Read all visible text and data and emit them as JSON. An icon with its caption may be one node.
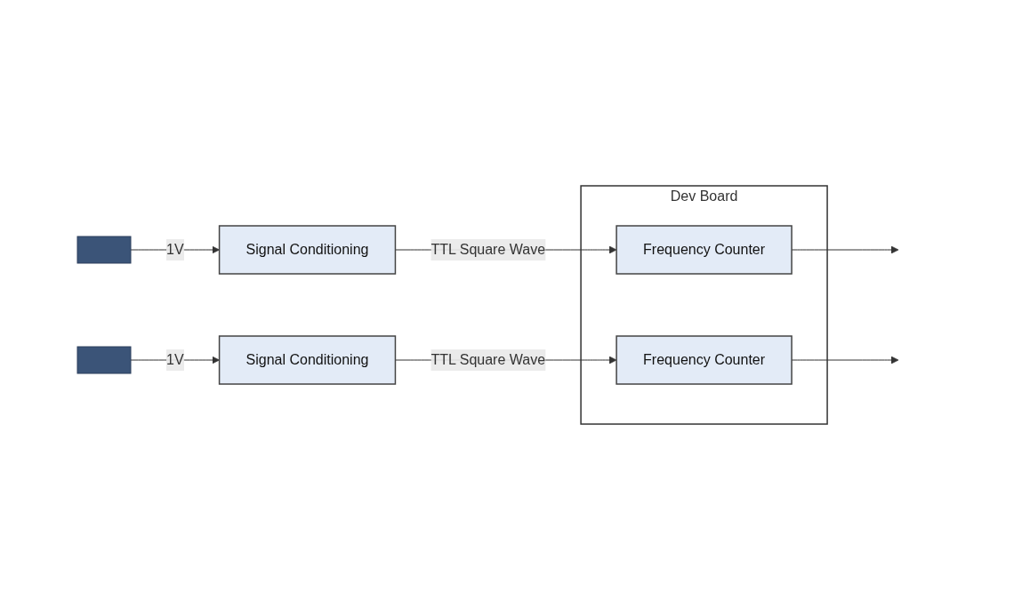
{
  "diagram": {
    "nodes": [
      {
        "text": [],
        "shape": "bar"
      },
      {
        "text": [
          "Signal Conditioning"
        ]
      },
      {
        "text": [
          "Dev Board"
        ]
      },
      {
        "text": [
          "Frequency Counter"
        ],
        "in": 2
      },
      {
        "text": [],
        "shape": "bar"
      },
      {
        "text": [
          "Signal Conditioning"
        ]
      },
      {
        "text": [
          "Frequency Counter"
        ],
        "in": 2
      }
    ],
    "edges": [
      {
        "from": 0,
        "to": 1,
        "arrow": "to",
        "label": "1V"
      },
      {
        "from": 1,
        "to": 3,
        "arrow": "to",
        "label": "TTL Square Wave"
      },
      {
        "from": 3,
        "to": null,
        "arrow": "to"
      },
      {
        "from": 4,
        "to": 5,
        "arrow": "to",
        "label": "1V"
      },
      {
        "from": 5,
        "to": 6,
        "arrow": "to",
        "label": "TTL Square Wave"
      },
      {
        "from": 6,
        "to": null,
        "arrow": "to"
      }
    ]
  }
}
